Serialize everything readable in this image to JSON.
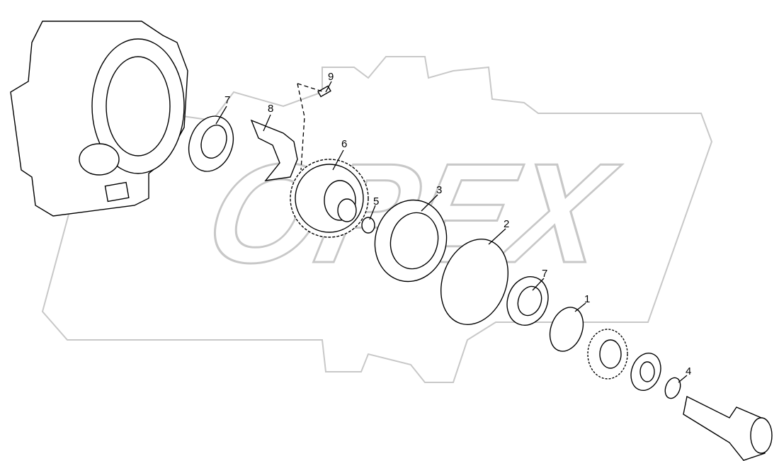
{
  "diagram": {
    "watermark": "OPEX",
    "colors": {
      "line": "#000000",
      "watermark": "#c8c8c8",
      "background": "#ffffff"
    },
    "callouts": [
      {
        "id": "callout-9",
        "label": "9"
      },
      {
        "id": "callout-8",
        "label": "8"
      },
      {
        "id": "callout-7a",
        "label": "7"
      },
      {
        "id": "callout-6",
        "label": "6"
      },
      {
        "id": "callout-5",
        "label": "5"
      },
      {
        "id": "callout-3",
        "label": "3"
      },
      {
        "id": "callout-2",
        "label": "2"
      },
      {
        "id": "callout-7b",
        "label": "7"
      },
      {
        "id": "callout-1",
        "label": "1"
      },
      {
        "id": "callout-4",
        "label": "4"
      }
    ]
  }
}
